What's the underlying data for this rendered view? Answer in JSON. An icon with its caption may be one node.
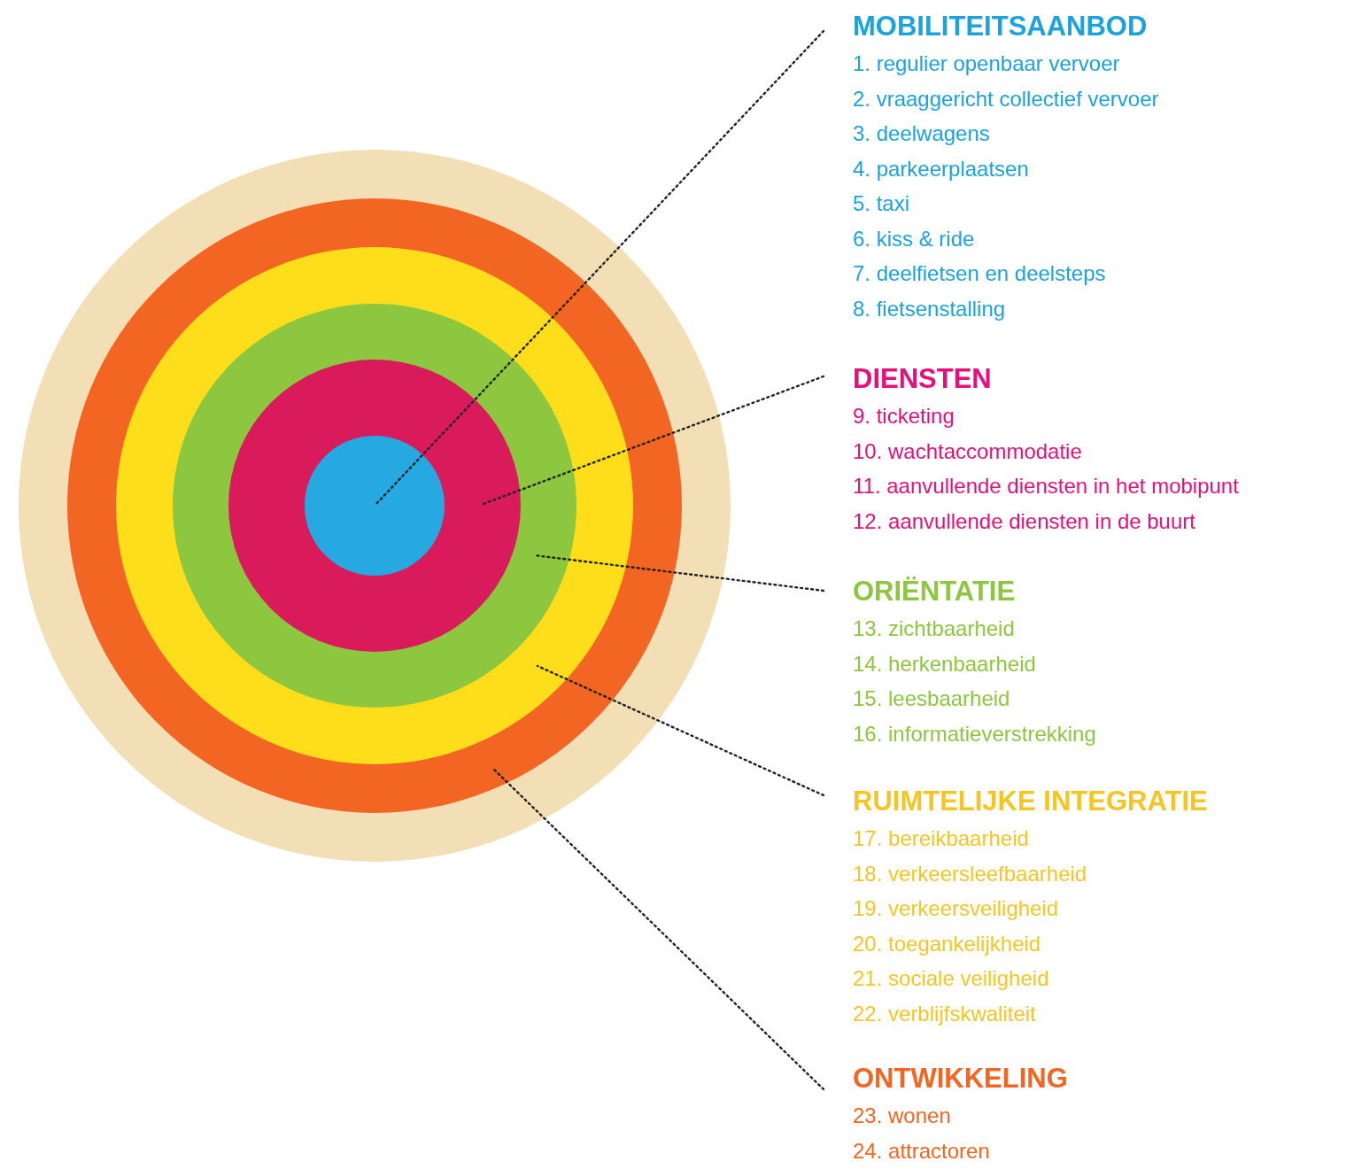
{
  "diagram": {
    "nodes": [
      {
        "text": [],
        "shape": "circle"
      },
      {
        "text": [],
        "shape": "circle",
        "in": 0
      },
      {
        "text": [],
        "shape": "circle",
        "in": 1
      },
      {
        "text": [],
        "shape": "circle",
        "in": 2
      },
      {
        "text": [],
        "shape": "circle",
        "in": 3
      },
      {
        "text": [],
        "shape": "circle",
        "in": 4
      },
      {
        "text": [
          "MOBILITEITSAANBOD",
          "1. regulier openbaar vervoer",
          "2. vraaggericht collectief vervoer",
          "3. deelwagens",
          "4. parkeerplaatsen",
          "5. taxi",
          "6. kiss & ride",
          "7. deelfietsen en deelsteps",
          "8. fietsenstalling"
        ]
      },
      {
        "text": [
          "DIENSTEN",
          "9. ticketing",
          "10. wachtaccommodatie",
          "11. aanvullende diensten in het mobipunt",
          "12. aanvullende diensten in de buurt"
        ]
      },
      {
        "text": [
          "ORIËNTATIE",
          "13. zichtbaarheid",
          "14. herkenbaarheid",
          "15. leesbaarheid",
          "16. informatieverstrekking"
        ]
      },
      {
        "text": [
          "RUIMTELIJKE INTEGRATIE",
          "17. bereikbaarheid",
          "18. verkeersleefbaarheid",
          "19. verkeersveiligheid",
          "20. toegankelijkheid",
          "21. sociale veiligheid",
          "22. verblijfskwaliteit"
        ]
      },
      {
        "text": [
          "ONTWIKKELING",
          "23. wonen",
          "24. attractoren"
        ]
      }
    ],
    "edges": [
      {
        "from": 6,
        "to": 5,
        "arrow": "none",
        "style": "dashed"
      },
      {
        "from": 7,
        "to": 4,
        "arrow": "none",
        "style": "dashed"
      },
      {
        "from": 8,
        "to": 3,
        "arrow": "none",
        "style": "dashed"
      },
      {
        "from": 9,
        "to": 2,
        "arrow": "none",
        "style": "dashed"
      },
      {
        "from": 10,
        "to": 1,
        "arrow": "none",
        "style": "dashed"
      }
    ]
  }
}
